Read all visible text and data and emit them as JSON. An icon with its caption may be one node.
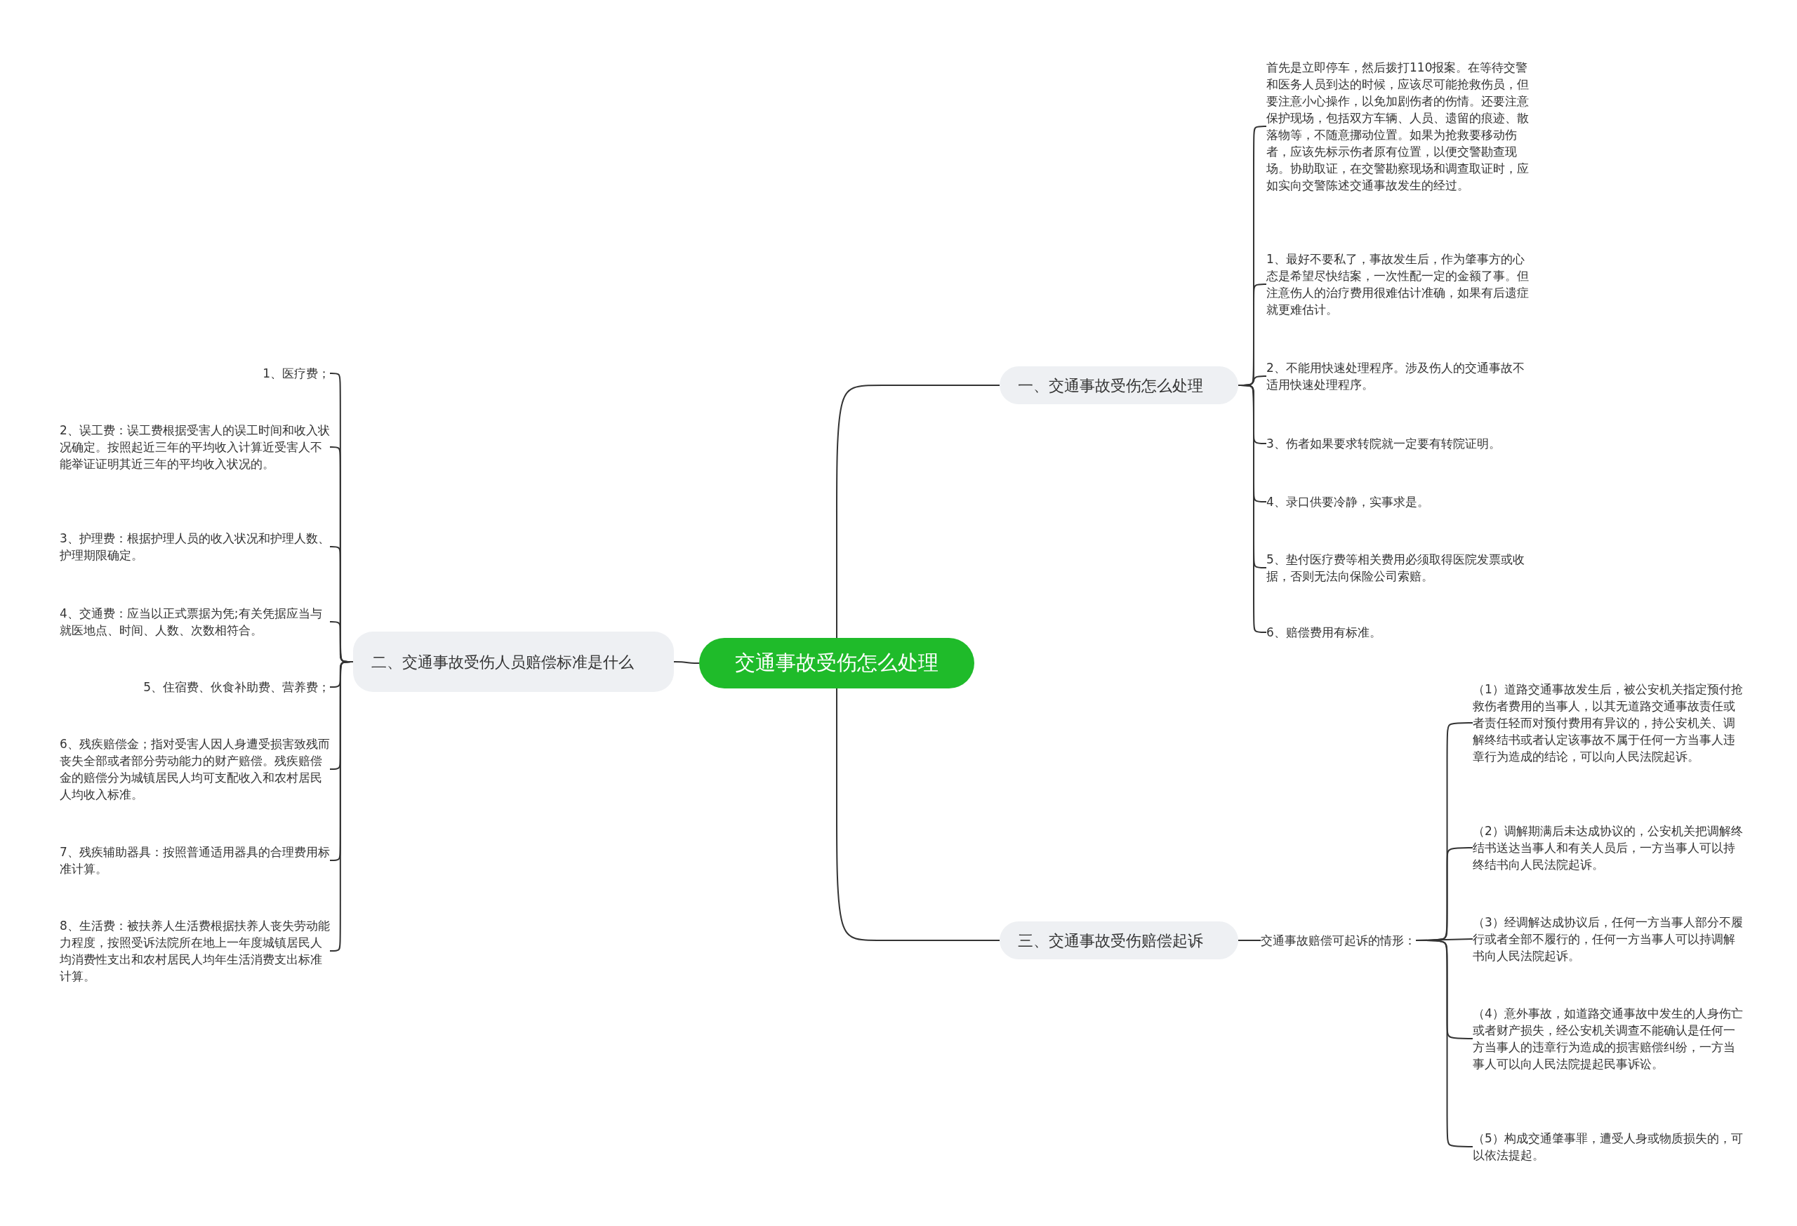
{
  "diagram": {
    "nodes": [
      {
        "text": [
          "交通事故受伤怎么处理"
        ]
      },
      {
        "text": [
          "一、交通事故受伤怎么处理"
        ]
      },
      {
        "text": [
          "首先是立即停车，然后拨打110报案。在等待交警和医务人员到达的时候，应该尽可能抢救伤员，但要注意小心操作，以免加剧伤者的伤情。还要注意保护现场，包括双方车辆、人员、遗留的痕迹、散落物等，不随意挪动位置。如果为抢救要移动伤者，应该先标示伤者原有位置，以便交警勘查现场。协助取证，在交警勘察现场和调查取证时，应如实向交警陈述交通事故发生的经过。"
        ]
      },
      {
        "text": [
          "1、最好不要私了，事故发生后，作为肇事方的心态是希望尽快结案，一次性配一定的金额了事。但注意伤人的治疗费用很难估计准确，如果有后遗症就更难估计。"
        ]
      },
      {
        "text": [
          "2、不能用快速处理程序。涉及伤人的交通事故不适用快速处理程序。"
        ]
      },
      {
        "text": [
          "3、伤者如果要求转院就一定要有转院证明。"
        ]
      },
      {
        "text": [
          "4、录口供要冷静，实事求是。"
        ]
      },
      {
        "text": [
          "5、垫付医疗费等相关费用必须取得医院发票或收据，否则无法向保险公司索赔。"
        ]
      },
      {
        "text": [
          "6、赔偿费用有标准。"
        ]
      },
      {
        "text": [
          "二、交通事故受伤人员赔偿标准是什么"
        ]
      },
      {
        "text": [
          "1、医疗费；"
        ]
      },
      {
        "text": [
          "2、误工费：误工费根据受害人的误工时间和收入状况确定。按照起近三年的平均收入计算近受害人不能举证证明其近三年的平均收入状况的。"
        ]
      },
      {
        "text": [
          "3、护理费：根据护理人员的收入状况和护理人数、护理期限确定。"
        ]
      },
      {
        "text": [
          "4、交通费：应当以正式票据为凭;有关凭据应当与就医地点、时间、人数、次数相符合。"
        ]
      },
      {
        "text": [
          "5、住宿费、伙食补助费、营养费；"
        ]
      },
      {
        "text": [
          "6、残疾赔偿金；指对受害人因人身遭受损害致残而丧失全部或者部分劳动能力的财产赔偿。残疾赔偿金的赔偿分为城镇居民人均可支配收入和农村居民人均收入标准。"
        ]
      },
      {
        "text": [
          "7、残疾辅助器具：按照普通适用器具的合理费用标准计算。"
        ]
      },
      {
        "text": [
          "8、生活费：被扶养人生活费根据扶养人丧失劳动能力程度，按照受诉法院所在地上一年度城镇居民人均消费性支出和农村居民人均年生活消费支出标准计算。"
        ]
      },
      {
        "text": [
          "三、交通事故受伤赔偿起诉"
        ]
      },
      {
        "text": [
          "交通事故赔偿可起诉的情形："
        ]
      },
      {
        "text": [
          "（1）道路交通事故发生后，被公安机关指定预付抢救伤者费用的当事人，以其无道路交通事故责任或者责任轻而对预付费用有异议的，持公安机关、调解终结书或者认定该事故不属于任何一方当事人违章行为造成的结论，可以向人民法院起诉。"
        ]
      },
      {
        "text": [
          "（2）调解期满后未达成协议的，公安机关把调解终结书送达当事人和有关人员后，一方当事人可以持终结书向人民法院起诉。"
        ]
      },
      {
        "text": [
          "（3）经调解达成协议后，任何一方当事人部分不履行或者全部不履行的，任何一方当事人可以持调解书向人民法院起诉。"
        ]
      },
      {
        "text": [
          "（4）意外事故，如道路交通事故中发生的人身伤亡或者财产损失，经公安机关调查不能确认是任何一方当事人的违章行为造成的损害赔偿纠纷，一方当事人可以向人民法院提起民事诉讼。"
        ]
      },
      {
        "text": [
          "（5）构成交通肇事罪，遭受人身或物质损失的，可以依法提起。"
        ]
      }
    ],
    "edges": [
      {
        "from": 0,
        "to": 1,
        "arrow": "none"
      },
      {
        "from": 1,
        "to": 2,
        "arrow": "none"
      },
      {
        "from": 1,
        "to": 3,
        "arrow": "none"
      },
      {
        "from": 1,
        "to": 4,
        "arrow": "none"
      },
      {
        "from": 1,
        "to": 5,
        "arrow": "none"
      },
      {
        "from": 1,
        "to": 6,
        "arrow": "none"
      },
      {
        "from": 1,
        "to": 7,
        "arrow": "none"
      },
      {
        "from": 1,
        "to": 8,
        "arrow": "none"
      },
      {
        "from": 0,
        "to": 9,
        "arrow": "none"
      },
      {
        "from": 9,
        "to": 10,
        "arrow": "none"
      },
      {
        "from": 9,
        "to": 11,
        "arrow": "none"
      },
      {
        "from": 9,
        "to": 12,
        "arrow": "none"
      },
      {
        "from": 9,
        "to": 13,
        "arrow": "none"
      },
      {
        "from": 9,
        "to": 14,
        "arrow": "none"
      },
      {
        "from": 9,
        "to": 15,
        "arrow": "none"
      },
      {
        "from": 9,
        "to": 16,
        "arrow": "none"
      },
      {
        "from": 9,
        "to": 17,
        "arrow": "none"
      },
      {
        "from": 0,
        "to": 18,
        "arrow": "none"
      },
      {
        "from": 18,
        "to": 19,
        "arrow": "none"
      },
      {
        "from": 19,
        "to": 20,
        "arrow": "none"
      },
      {
        "from": 19,
        "to": 21,
        "arrow": "none"
      },
      {
        "from": 19,
        "to": 22,
        "arrow": "none"
      },
      {
        "from": 19,
        "to": 23,
        "arrow": "none"
      },
      {
        "from": 19,
        "to": 24,
        "arrow": "none"
      }
    ]
  }
}
